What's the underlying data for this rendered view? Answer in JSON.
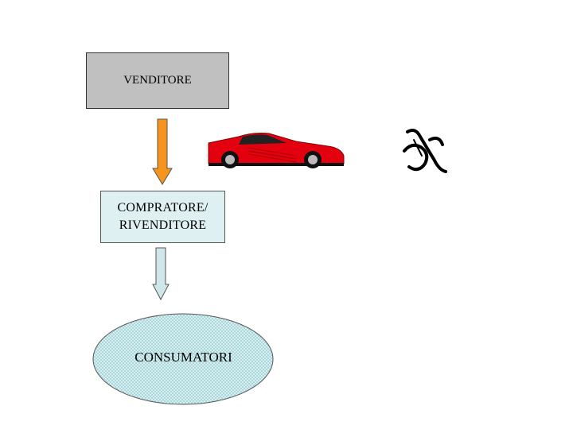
{
  "diagram": {
    "nodes": {
      "venditore": {
        "label": "VENDITORE",
        "fill": "#c0c0c0"
      },
      "compratore": {
        "label": "COMPRATORE/\nRIVENDITORE",
        "fill": "#dff0f2"
      },
      "consumatori": {
        "label": "CONSUMATORI",
        "fill": "#a8d8dc"
      }
    },
    "arrows": {
      "arrow_1": {
        "from": "venditore",
        "to": "compratore",
        "color": "#f7941d"
      },
      "arrow_2": {
        "from": "compratore",
        "to": "consumatori",
        "color": "#cfe6ea"
      }
    },
    "images": {
      "car": {
        "icon": "red-sports-car",
        "color": "#e3000f"
      },
      "symbol": {
        "icon": "scissors-pictograph",
        "color": "#000000"
      }
    }
  }
}
